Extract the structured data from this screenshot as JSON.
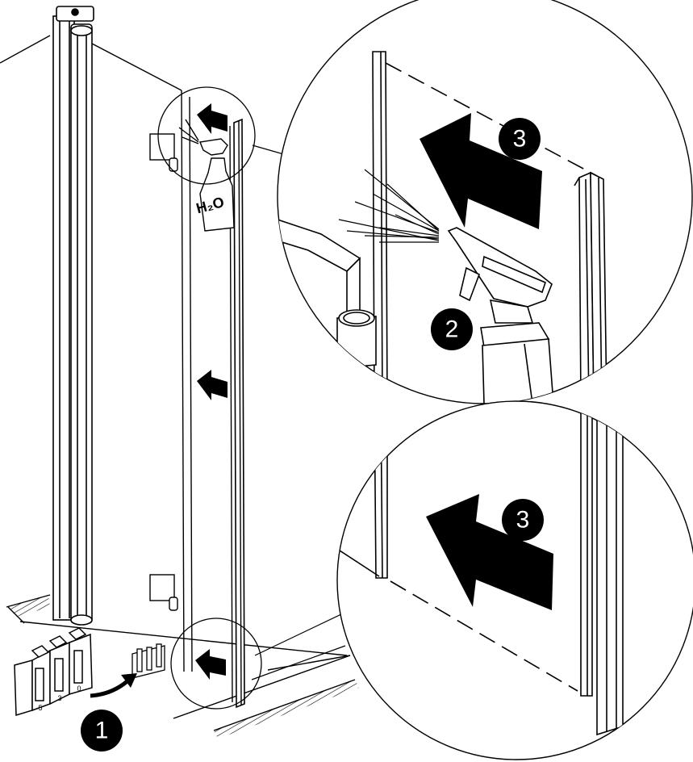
{
  "steps": {
    "step1": "1",
    "step2": "2",
    "step3_top": "3",
    "step3_bottom": "3"
  },
  "bottle_label": "H₂O",
  "spacer_slot_labels": [
    "5",
    "3",
    "0"
  ],
  "colors": {
    "line": "#000000",
    "background": "#ffffff",
    "badge": "#000000",
    "badge_text": "#ffffff"
  }
}
